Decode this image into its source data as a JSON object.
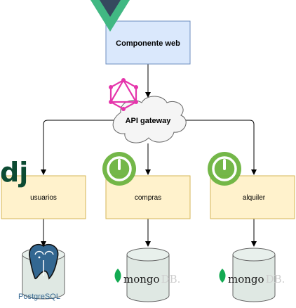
{
  "nodes": {
    "web_component": "Componente web",
    "api_gateway": "API gateway",
    "service_users": "usuarios",
    "service_purchases": "compras",
    "service_rental": "alquiler"
  },
  "logos": {
    "django": "dj",
    "postgres_prefix": "Postgre",
    "postgres_suffix": "SQL",
    "mongo_word": "mongo",
    "mongo_suffix": "DB."
  },
  "icons": [
    "vue-logo-icon",
    "graphql-logo-icon",
    "django-logo-icon",
    "spring-logo-icon",
    "postgresql-logo-icon",
    "mongodb-leaf-icon"
  ],
  "colors": {
    "component_fill": "#dae8fc",
    "component_stroke": "#6c8ebf",
    "service_fill": "#fff2cc",
    "service_stroke": "#d6b656",
    "cloud_fill": "#f5f5f5",
    "vue_green": "#41b883",
    "vue_dark": "#35495e",
    "graphql_pink": "#e535ab",
    "django_green": "#0c4b33",
    "spring_green": "#6db33f",
    "mongo_leaf": "#13aa52",
    "postgres_blue": "#336791"
  }
}
